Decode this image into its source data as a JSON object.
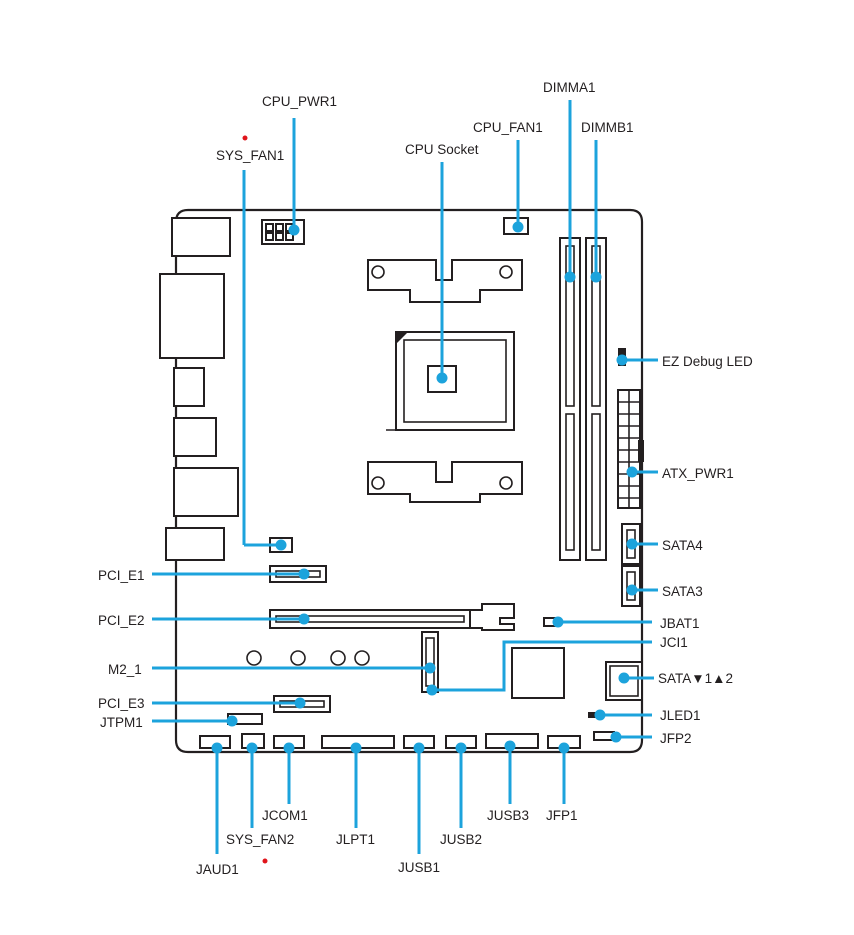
{
  "labels": {
    "cpu_pwr1": "CPU_PWR1",
    "sys_fan1": "SYS_FAN1",
    "cpu_socket": "CPU Socket",
    "cpu_fan1": "CPU_FAN1",
    "dimma1": "DIMMA1",
    "dimmb1": "DIMMB1",
    "ez_debug_led": "EZ Debug LED",
    "atx_pwr1": "ATX_PWR1",
    "sata4": "SATA4",
    "sata3": "SATA3",
    "jbat1": "JBAT1",
    "jci1": "JCI1",
    "sata12": "SATA▼1▲2",
    "jled1": "JLED1",
    "jfp2": "JFP2",
    "pci_e1": "PCI_E1",
    "pci_e2": "PCI_E2",
    "m2_1": "M2_1",
    "pci_e3": "PCI_E3",
    "jtpm1": "JTPM1",
    "jcom1": "JCOM1",
    "sys_fan2": "SYS_FAN2",
    "jlpt1": "JLPT1",
    "jusb1": "JUSB1",
    "jusb2": "JUSB2",
    "jusb3": "JUSB3",
    "jfp1": "JFP1",
    "jaud1": "JAUD1"
  },
  "colors": {
    "leader": "#1ca3dc",
    "outline": "#231f20",
    "marker": "#e0141b"
  }
}
